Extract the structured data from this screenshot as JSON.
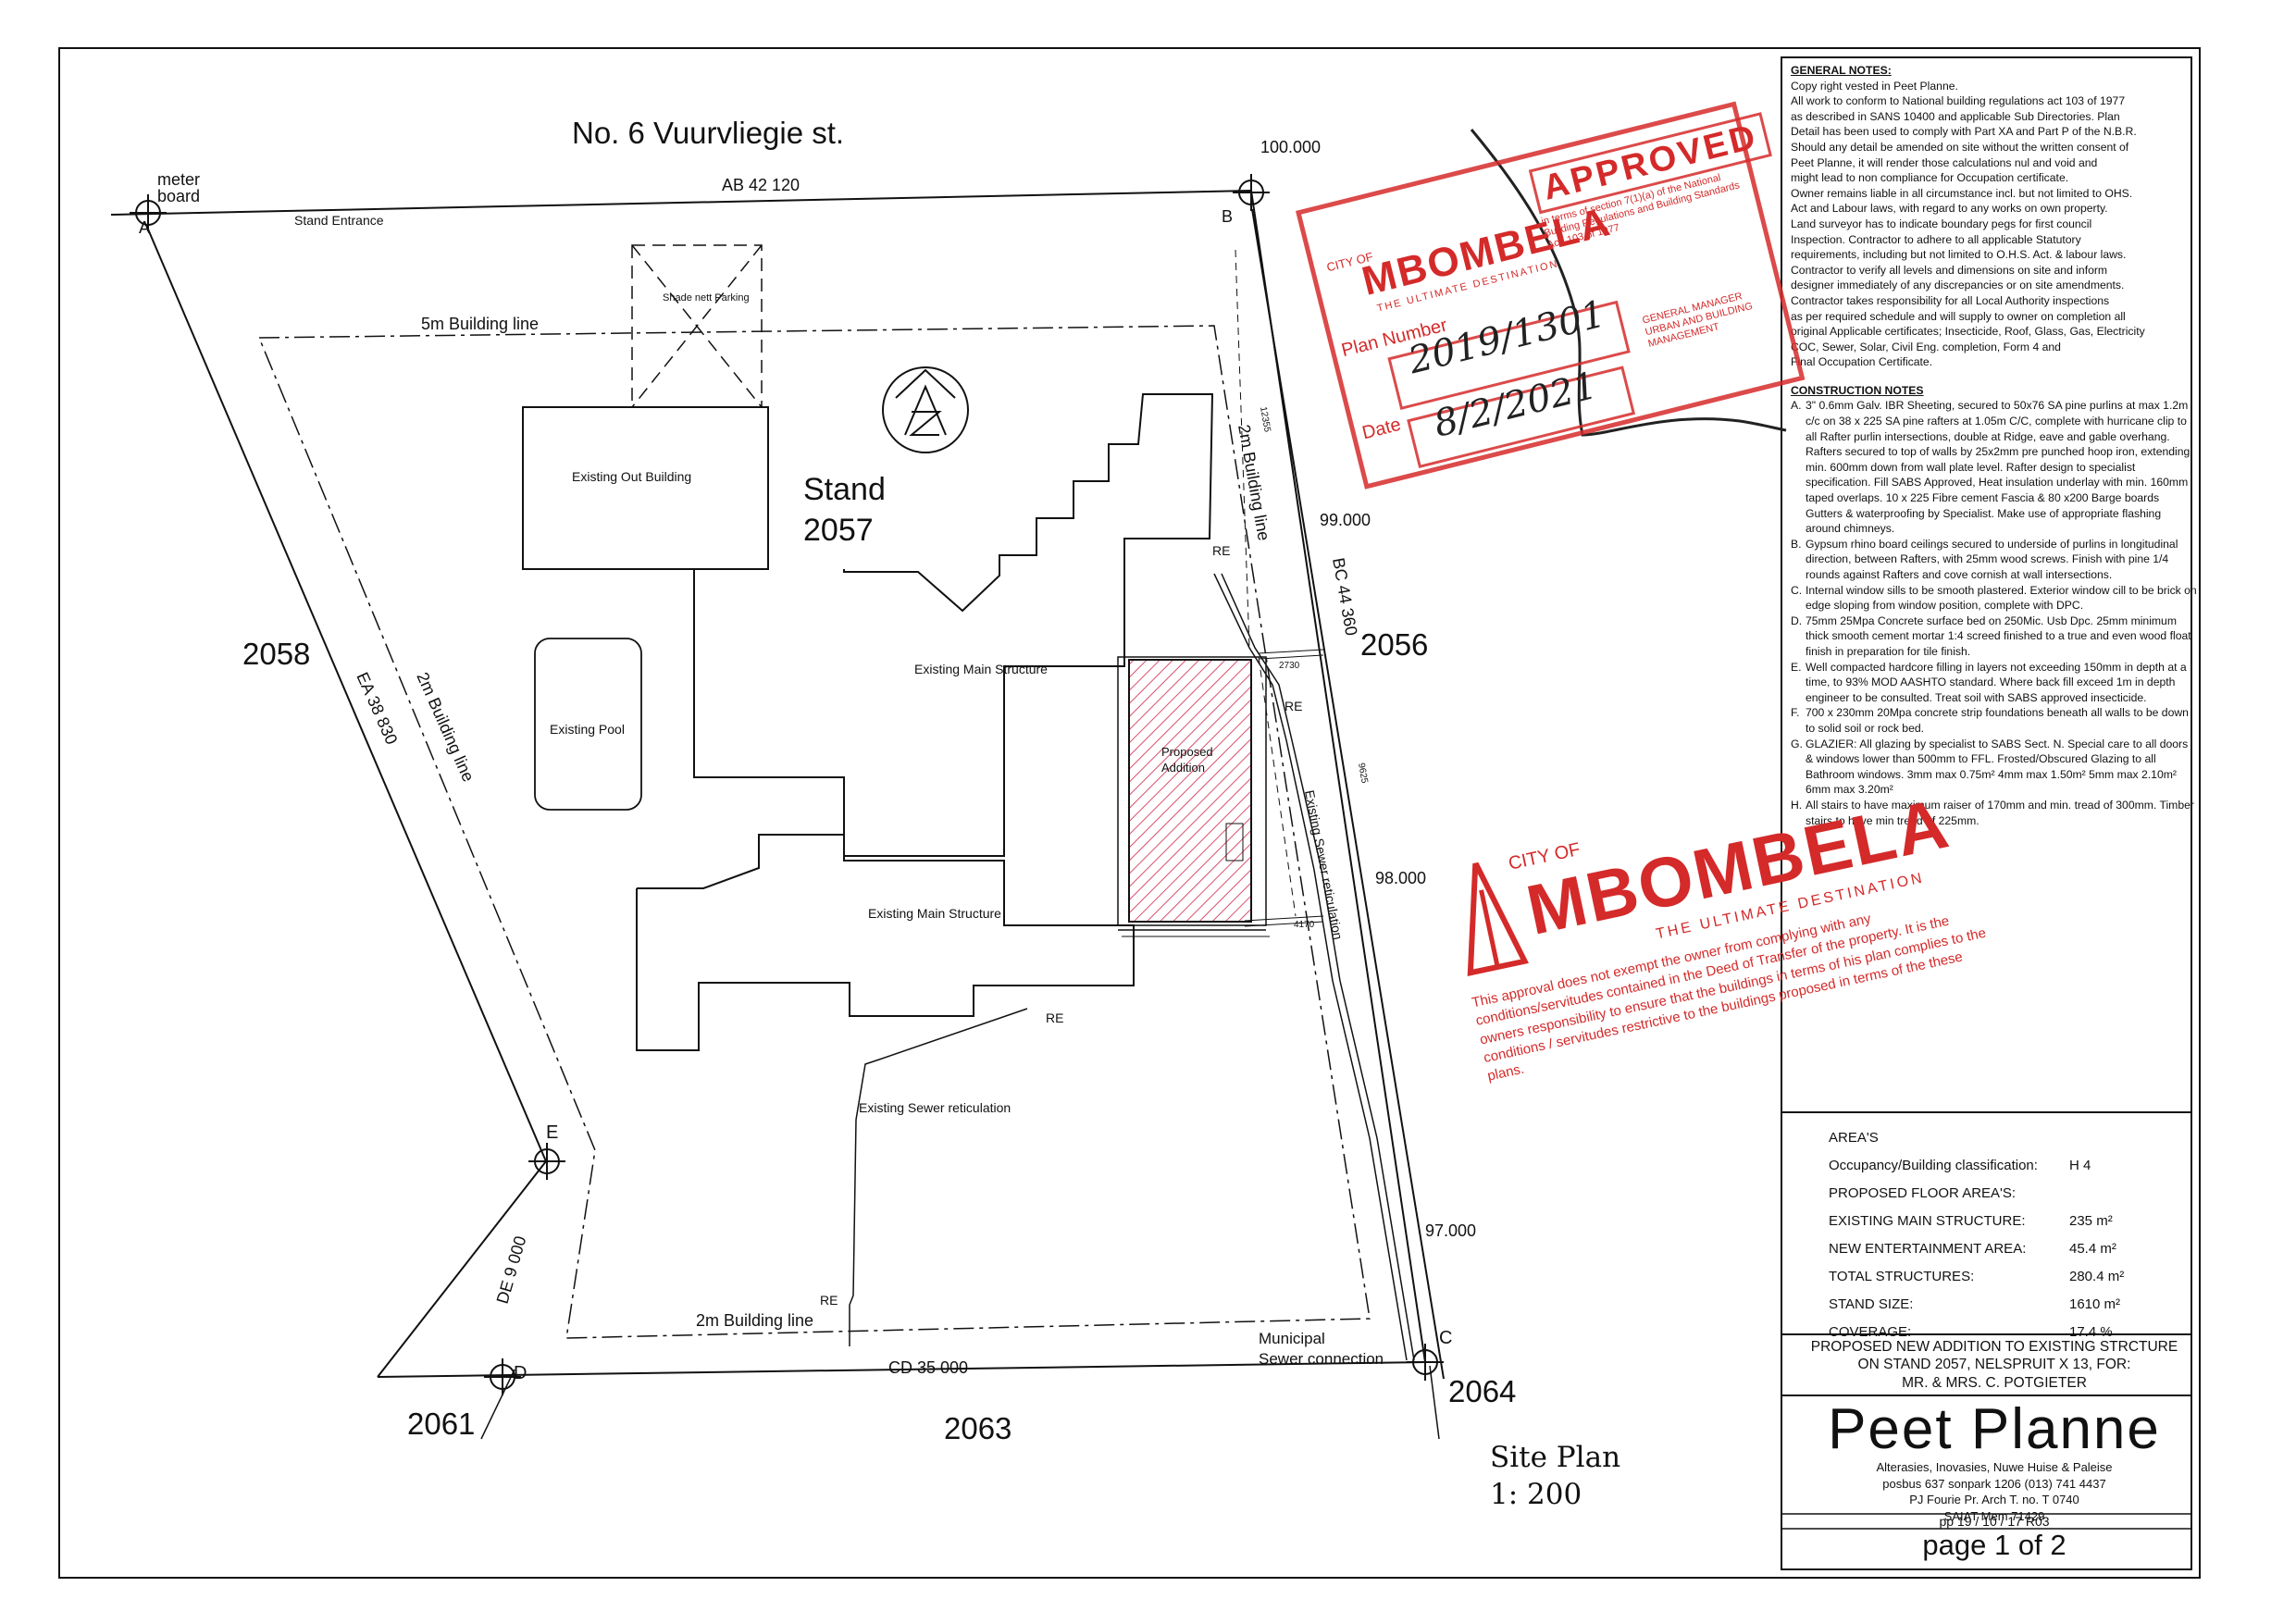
{
  "plan": {
    "street": "No. 6 Vuurvliegie st.",
    "meter": [
      "meter",
      "board"
    ],
    "stand_entrance": "Stand Entrance",
    "ab": "AB  42 120",
    "bc": "BC 44 360",
    "cd": "CD 35 000",
    "de": "DE 9 000",
    "ea": "EA 38 830",
    "level_100": "100.000",
    "level_99": "99.000",
    "level_98": "98.000",
    "level_97": "97.000",
    "corner_a": "A",
    "corner_b": "B",
    "corner_c": "C",
    "corner_d": "D",
    "corner_e": "E",
    "building_line_5m": "5m Building line",
    "building_line_2m_right": "2m Building line",
    "building_line_2m_left": "2m Building line",
    "building_line_2m_bottom": "2m Building line",
    "shade_parking": "Shade nett Parking",
    "out_building": "Existing Out Building",
    "stand": [
      "Stand",
      "2057"
    ],
    "main_structure_top": "Existing Main Structure",
    "main_structure_bottom": "Existing Main Structure",
    "pool": "Existing Pool",
    "proposed": [
      "Proposed",
      "Addition"
    ],
    "sewer_right": "Existing Sewer reticulation",
    "sewer_center": "Existing Sewer reticulation",
    "municipal": [
      "Municipal",
      "Sewer connection"
    ],
    "re": "RE",
    "dim_12355": "12355",
    "dim_2730": "2730",
    "dim_9625": "9625",
    "dim_4170": "4170",
    "neighbours": {
      "n2058": "2058",
      "n2056": "2056",
      "n2061": "2061",
      "n2063": "2063",
      "n2064": "2064"
    },
    "title": [
      "Site Plan",
      "1: 200"
    ]
  },
  "notes": {
    "general_heading": "GENERAL NOTES:",
    "general": [
      "Copy right vested in Peet Planne.",
      "All work to conform to National building regulations act 103 of 1977",
      "as described in SANS 10400 and applicable Sub Directories. Plan",
      "Detail has been used to comply with Part XA and Part P of the N.B.R.",
      "Should any detail be amended on site without the written consent of",
      "Peet Planne, it will render those calculations nul and void and",
      "might lead to non compliance for Occupation certificate.",
      "Owner remains liable in all circumstance incl. but not limited to OHS.",
      "Act and Labour laws, with regard to any works on own property.",
      "Land surveyor has to indicate boundary pegs for first council",
      "Inspection. Contractor to adhere to all applicable Statutory",
      "requirements, including but not limited to O.H.S. Act. & labour laws.",
      "Contractor to verify all levels and dimensions on site and inform",
      "designer immediately of any discrepancies or on site amendments.",
      "Contractor takes responsibility for all Local Authority inspections",
      "as per required schedule and will supply to owner on completion all",
      "original Applicable certificates; Insecticide, Roof, Glass, Gas, Electricity",
      "COC, Sewer, Solar, Civil Eng. completion, Form 4 and",
      "Final Occupation Certificate."
    ],
    "construction_heading": "CONSTRUCTION NOTES",
    "construction": [
      {
        "k": "A.",
        "t": "3\" 0.6mm Galv. IBR Sheeting, secured to 50x76 SA pine purlins at max 1.2m c/c on 38 x 225 SA pine rafters at 1.05m C/C, complete with hurricane clip to all Rafter purlin intersections, double at Ridge, eave and gable overhang. Rafters secured to top of walls by 25x2mm pre punched hoop iron, extending min. 600mm down from wall plate level. Rafter design to specialist specification. Fill SABS Approved, Heat insulation underlay with min. 160mm taped overlaps. 10 x 225 Fibre cement Fascia & 80 x200 Barge boards Gutters & waterproofing by Specialist. Make use of appropriate flashing around chimneys."
      },
      {
        "k": "B.",
        "t": "Gypsum rhino board ceilings secured to underside of purlins in longitudinal direction, between Rafters, with 25mm wood screws. Finish with pine 1/4 rounds against Rafters and cove cornish at wall intersections."
      },
      {
        "k": "C.",
        "t": "Internal window sills to be smooth plastered. Exterior window cill to be brick on edge sloping from window position, complete with DPC."
      },
      {
        "k": "D.",
        "t": "75mm 25Mpa Concrete surface bed on 250Mic. Usb Dpc. 25mm minimum thick smooth cement mortar 1:4 screed finished to a true and even wood float finish in preparation for tile finish."
      },
      {
        "k": "E.",
        "t": "Well compacted hardcore filling in layers not exceeding 150mm in depth at a time, to 93% MOD AASHTO standard. Where back fill exceed 1m in depth engineer to be consulted. Treat soil with SABS approved insecticide."
      },
      {
        "k": "F.",
        "t": "700 x 230mm 20Mpa concrete strip foundations beneath all walls to be down to solid soil or rock bed."
      },
      {
        "k": "G.",
        "t": "GLAZIER: All glazing by specialist to SABS Sect. N. Special care to all doors & windows lower than 500mm to FFL. Frosted/Obscured Glazing to all Bathroom windows. 3mm max 0.75m² 4mm max 1.50m² 5mm max 2.10m² 6mm max 3.20m²"
      },
      {
        "k": "H.",
        "t": "All stairs to have maximum raiser of 170mm and min. tread of 300mm. Timber stairs to have min tread of 225mm."
      }
    ]
  },
  "areas": {
    "heading": "AREA'S",
    "rows": [
      {
        "label": "Occupancy/Building classification:",
        "value": "H 4"
      },
      {
        "label": "PROPOSED FLOOR AREA'S:",
        "value": ""
      },
      {
        "label": "EXISTING MAIN STRUCTURE:",
        "value": "235 m²"
      },
      {
        "label": "NEW ENTERTAINMENT AREA:",
        "value": "45.4 m²"
      },
      {
        "label": "TOTAL STRUCTURES:",
        "value": "280.4 m²"
      },
      {
        "label": "STAND SIZE:",
        "value": "1610 m²"
      },
      {
        "label": "COVERAGE:",
        "value": "17.4 %"
      }
    ]
  },
  "project": [
    "PROPOSED NEW ADDITION TO EXISTING STRCTURE",
    "ON STAND 2057, NELSPRUIT X 13, FOR:",
    "MR. & MRS. C. POTGIETER"
  ],
  "brand": {
    "logo": "Peet  Planne",
    "lines": [
      "Alterasies, Inovasies, Nuwe Huise & Paleise",
      "posbus 637  sonpark 1206   (013)  741 4437",
      "PJ Fourie  Pr. Arch T.  no. T 0740",
      "SAIAT  Mem 71429"
    ],
    "ref": "pp 19 / 10 / 17 R03",
    "page": "page 1 of 2"
  },
  "stamps": {
    "approved": "APPROVED",
    "approved_sub": "in terms of section 7(1)(a) of the National Building Regulations and Building Standards Act, 103 of 1977",
    "city": "CITY OF",
    "mbombela": "MBOMBELA",
    "tagline": "THE ULTIMATE DESTINATION",
    "plan_number_label": "Plan Number",
    "plan_number": "2019/1301",
    "general_manager": "GENERAL MANAGER URBAN AND BUILDING MANAGEMENT",
    "date_label": "Date",
    "date": "8/2/2021",
    "disclaimer": "This approval does not exempt the owner from complying with any conditions/servitudes contained in the Deed of Transfer of the property. It is the owners responsibility to ensure that the buildings in terms of his plan complies to the conditions / servitudes restrictive to the buildings proposed in terms of the these plans."
  },
  "colors": {
    "ink": "#111111",
    "stamp_red": "#d42a2a",
    "hatch": "#d9506b"
  }
}
